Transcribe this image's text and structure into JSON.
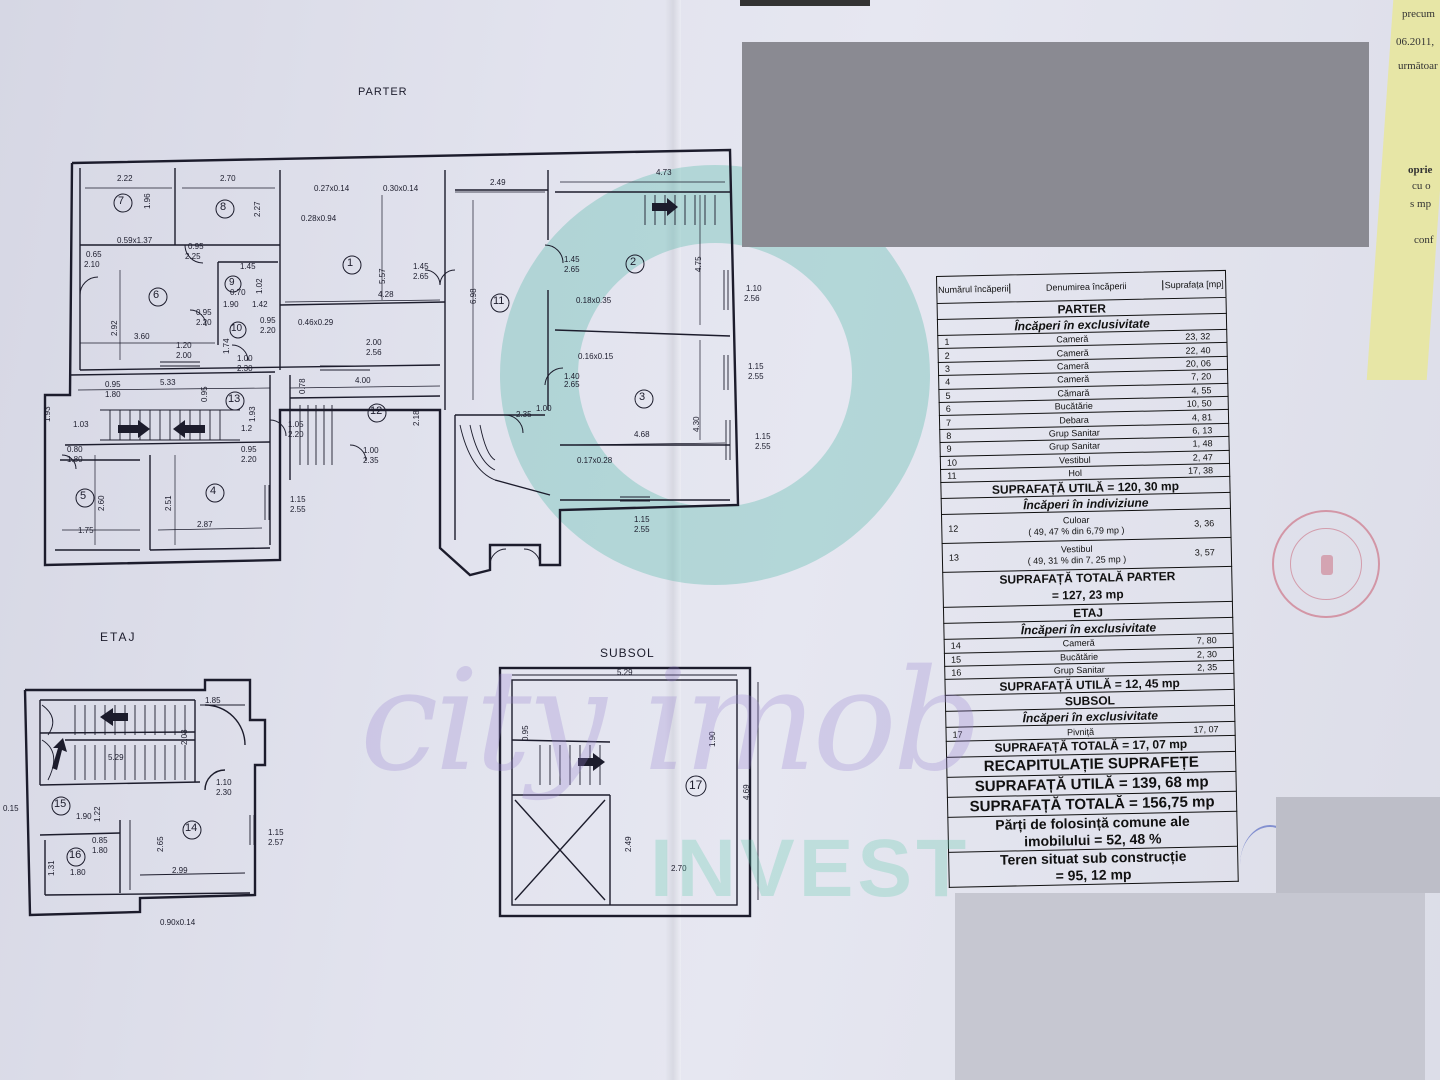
{
  "plan_titles": {
    "parter": "PARTER",
    "etaj": "ETAJ",
    "subsol": "SUBSOL"
  },
  "parter_dimensions": [
    "2.22",
    "1.96",
    "2.70",
    "2.27",
    "0.27x0.14",
    "0.30x0.14",
    "0.28x0.94",
    "2.49",
    "4.73",
    "0.59x1.37",
    "0.95",
    "2.25",
    "0.65",
    "2.10",
    "1.45",
    "1.02",
    "0.70",
    "1.90",
    "1.42",
    "0.95",
    "2.20",
    "0.95",
    "2.20",
    "4.28",
    "5.57",
    "1.45",
    "2.65",
    "6.98",
    "1.45",
    "2.65",
    "4.75",
    "0.18x0.35",
    "1.10",
    "2.56",
    "2.92",
    "3.60",
    "1.20",
    "2.00",
    "1.74",
    "1.00",
    "2.30",
    "0.46x0.29",
    "2.00",
    "2.56",
    "0.16x0.15",
    "1.40",
    "2.65",
    "1.15",
    "2.55",
    "0.95",
    "1.80",
    "5.33",
    "0.95",
    "0.78",
    "4.00",
    "1.93",
    "1.03",
    "1.93",
    "1.2",
    "1.05",
    "2.20",
    "2.18",
    "1.00",
    "2.35",
    "4.68",
    "4.30",
    "1.15",
    "2.55",
    "0.80",
    "1.80",
    "0.95",
    "2.20",
    "1.00",
    "2.35",
    "0.17x0.28",
    "2.60",
    "2.51",
    "1.15",
    "2.55",
    "1.75",
    "2.87",
    "1.15",
    "2.55"
  ],
  "etaj_dimensions": [
    "1.85",
    "2.03",
    "5.29",
    "1.10",
    "2.30",
    "1.90",
    "1.22",
    "0.85",
    "1.80",
    "2.65",
    "1.31",
    "1.80",
    "2.99",
    "1.15",
    "2.57",
    "0.15",
    "0.90x0.14"
  ],
  "subsol_dimensions": [
    "5.29",
    "0.95",
    "1.90",
    "4.69",
    "2.49",
    "2.70"
  ],
  "room_numbers": [
    "1",
    "2",
    "3",
    "4",
    "5",
    "6",
    "7",
    "8",
    "9",
    "10",
    "11",
    "12",
    "13",
    "14",
    "15",
    "16",
    "17"
  ],
  "table": {
    "header": {
      "nr": "Numărul încăperii",
      "name": "Denumirea încăperii",
      "area": "Suprafața [mp]"
    },
    "parter": {
      "title": "PARTER",
      "excl_title": "Încăperi în exclusivitate",
      "rows": [
        {
          "nr": "1",
          "name": "Cameră",
          "area": "23, 32"
        },
        {
          "nr": "2",
          "name": "Cameră",
          "area": "22, 40"
        },
        {
          "nr": "3",
          "name": "Cameră",
          "area": "20, 06"
        },
        {
          "nr": "4",
          "name": "Cameră",
          "area": "7, 20"
        },
        {
          "nr": "5",
          "name": "Cămară",
          "area": "4, 55"
        },
        {
          "nr": "6",
          "name": "Bucătărie",
          "area": "10, 50"
        },
        {
          "nr": "7",
          "name": "Debara",
          "area": "4, 81"
        },
        {
          "nr": "8",
          "name": "Grup Sanitar",
          "area": "6, 13"
        },
        {
          "nr": "9",
          "name": "Grup Sanitar",
          "area": "1, 48"
        },
        {
          "nr": "10",
          "name": "Vestibul",
          "area": "2, 47"
        },
        {
          "nr": "11",
          "name": "Hol",
          "area": "17, 38"
        }
      ],
      "util": "SUPRAFAȚĂ UTILĂ = 120, 30  mp",
      "indiv_title": "Încăperi în indiviziune",
      "indiv_rows": [
        {
          "nr": "12",
          "name": "Culoar",
          "detail": "( 49, 47 % din 6,79 mp )",
          "area": "3, 36"
        },
        {
          "nr": "13",
          "name": "Vestibul",
          "detail": "( 49, 31 % din 7, 25 mp )",
          "area": "3, 57"
        }
      ],
      "total_line1": "SUPRAFAȚĂ TOTALĂ PARTER",
      "total_line2": "= 127, 23  mp"
    },
    "etaj": {
      "title": "ETAJ",
      "excl_title": "Încăperi în exclusivitate",
      "rows": [
        {
          "nr": "14",
          "name": "Cameră",
          "area": "7, 80"
        },
        {
          "nr": "15",
          "name": "Bucătărie",
          "area": "2, 30"
        },
        {
          "nr": "16",
          "name": "Grup Sanitar",
          "area": "2, 35"
        }
      ],
      "util": "SUPRAFAȚĂ  UTILĂ = 12, 45  mp"
    },
    "subsol": {
      "title": "SUBSOL",
      "excl_title": "Încăperi în exclusivitate",
      "rows": [
        {
          "nr": "17",
          "name": "Pivniță",
          "area": "17, 07"
        }
      ],
      "total": "SUPRAFAȚĂ  TOTALĂ = 17, 07  mp"
    },
    "recap_title": "RECAPITULAȚIE SUPRAFEȚE",
    "recap_util": "SUPRAFAȚĂ  UTILĂ = 139, 68  mp",
    "recap_total": "SUPRAFAȚĂ  TOTALĂ = 156,75 mp",
    "common_line1": "Părți de folosință comune ale",
    "common_line2": "imobilului = 52, 48 %",
    "teren_line1": "Teren situat sub construcție",
    "teren_line2": "= 95, 12 mp"
  },
  "watermark": {
    "line1": "city imob",
    "line2": "INVEST"
  },
  "margin_text": [
    "precum",
    "06.2011,",
    "următoar",
    "oprie",
    "cu o",
    "s mp",
    "conf"
  ],
  "colors": {
    "ink": "#1c1c2c",
    "paper": "#e2e3ee",
    "watermark_teal": "#40b4a0",
    "watermark_purple": "#9682d2",
    "seal_red": "#c85a6e",
    "seal_blue": "#465abe"
  }
}
